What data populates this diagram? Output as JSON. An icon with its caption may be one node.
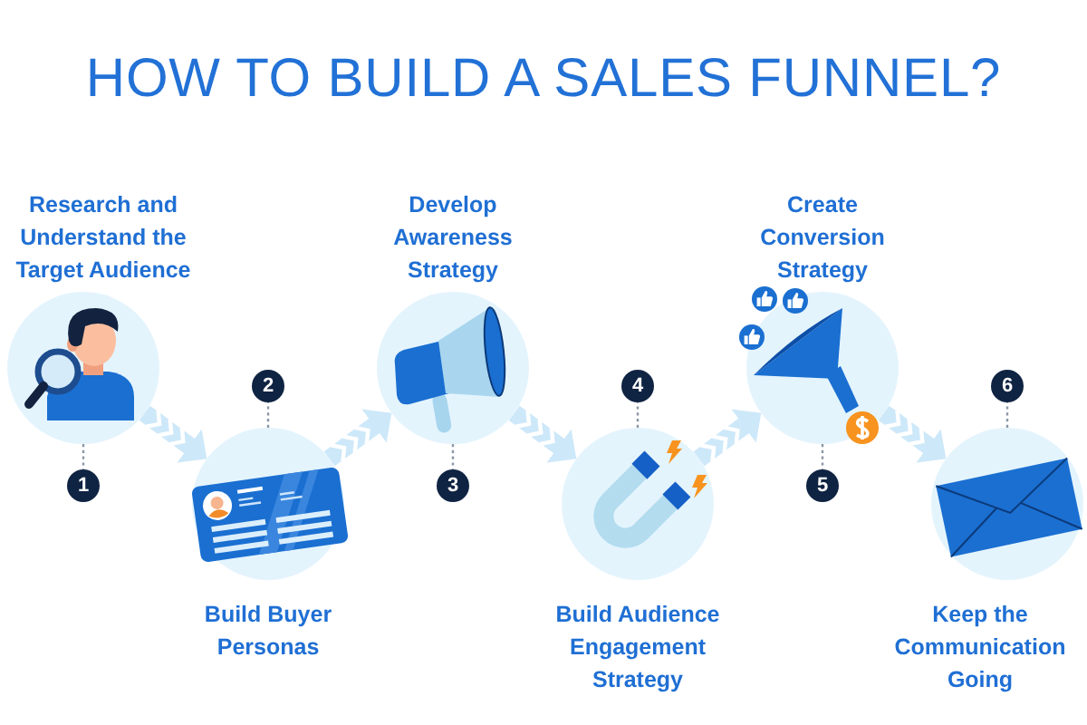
{
  "diagram": {
    "title": "HOW TO BUILD A SALES FUNNEL?",
    "nodes": [
      {
        "text": [],
        "shape": "circle",
        "beside": [
          "Research and Understand the Target Audience"
        ]
      },
      {
        "text": [
          "1"
        ]
      },
      {
        "text": [],
        "shape": "circle",
        "beside": [
          "Build Buyer Personas"
        ]
      },
      {
        "text": [
          "2"
        ]
      },
      {
        "text": [],
        "shape": "circle",
        "beside": [
          "Develop Awareness Strategy"
        ]
      },
      {
        "text": [
          "3"
        ]
      },
      {
        "text": [],
        "shape": "circle",
        "beside": [
          "Build Audience Engagement Strategy"
        ]
      },
      {
        "text": [
          "4"
        ]
      },
      {
        "text": [],
        "shape": "circle",
        "beside": [
          "Create Conversion Strategy"
        ]
      },
      {
        "text": [
          "5"
        ]
      },
      {
        "text": [],
        "shape": "circle",
        "beside": [
          "Keep the Communication Going"
        ]
      },
      {
        "text": [
          "6"
        ]
      }
    ],
    "edges": [
      {
        "from": 0,
        "to": 1,
        "arrow": "none",
        "style": "dashed"
      },
      {
        "from": 0,
        "to": 2,
        "arrow": "to",
        "style": "thick",
        "color": "#cde8f9"
      },
      {
        "from": 2,
        "to": 3,
        "arrow": "none",
        "style": "dashed"
      },
      {
        "from": 2,
        "to": 4,
        "arrow": "to",
        "style": "thick",
        "color": "#cde8f9"
      },
      {
        "from": 4,
        "to": 5,
        "arrow": "none",
        "style": "dashed"
      },
      {
        "from": 4,
        "to": 6,
        "arrow": "to",
        "style": "thick",
        "color": "#cde8f9"
      },
      {
        "from": 6,
        "to": 7,
        "arrow": "none",
        "style": "dashed"
      },
      {
        "from": 6,
        "to": 8,
        "arrow": "to",
        "style": "thick",
        "color": "#cde8f9"
      },
      {
        "from": 8,
        "to": 9,
        "arrow": "none",
        "style": "dashed"
      },
      {
        "from": 8,
        "to": 10,
        "arrow": "to",
        "style": "thick",
        "color": "#cde8f9"
      },
      {
        "from": 10,
        "to": 11,
        "arrow": "none",
        "style": "dashed"
      }
    ]
  }
}
